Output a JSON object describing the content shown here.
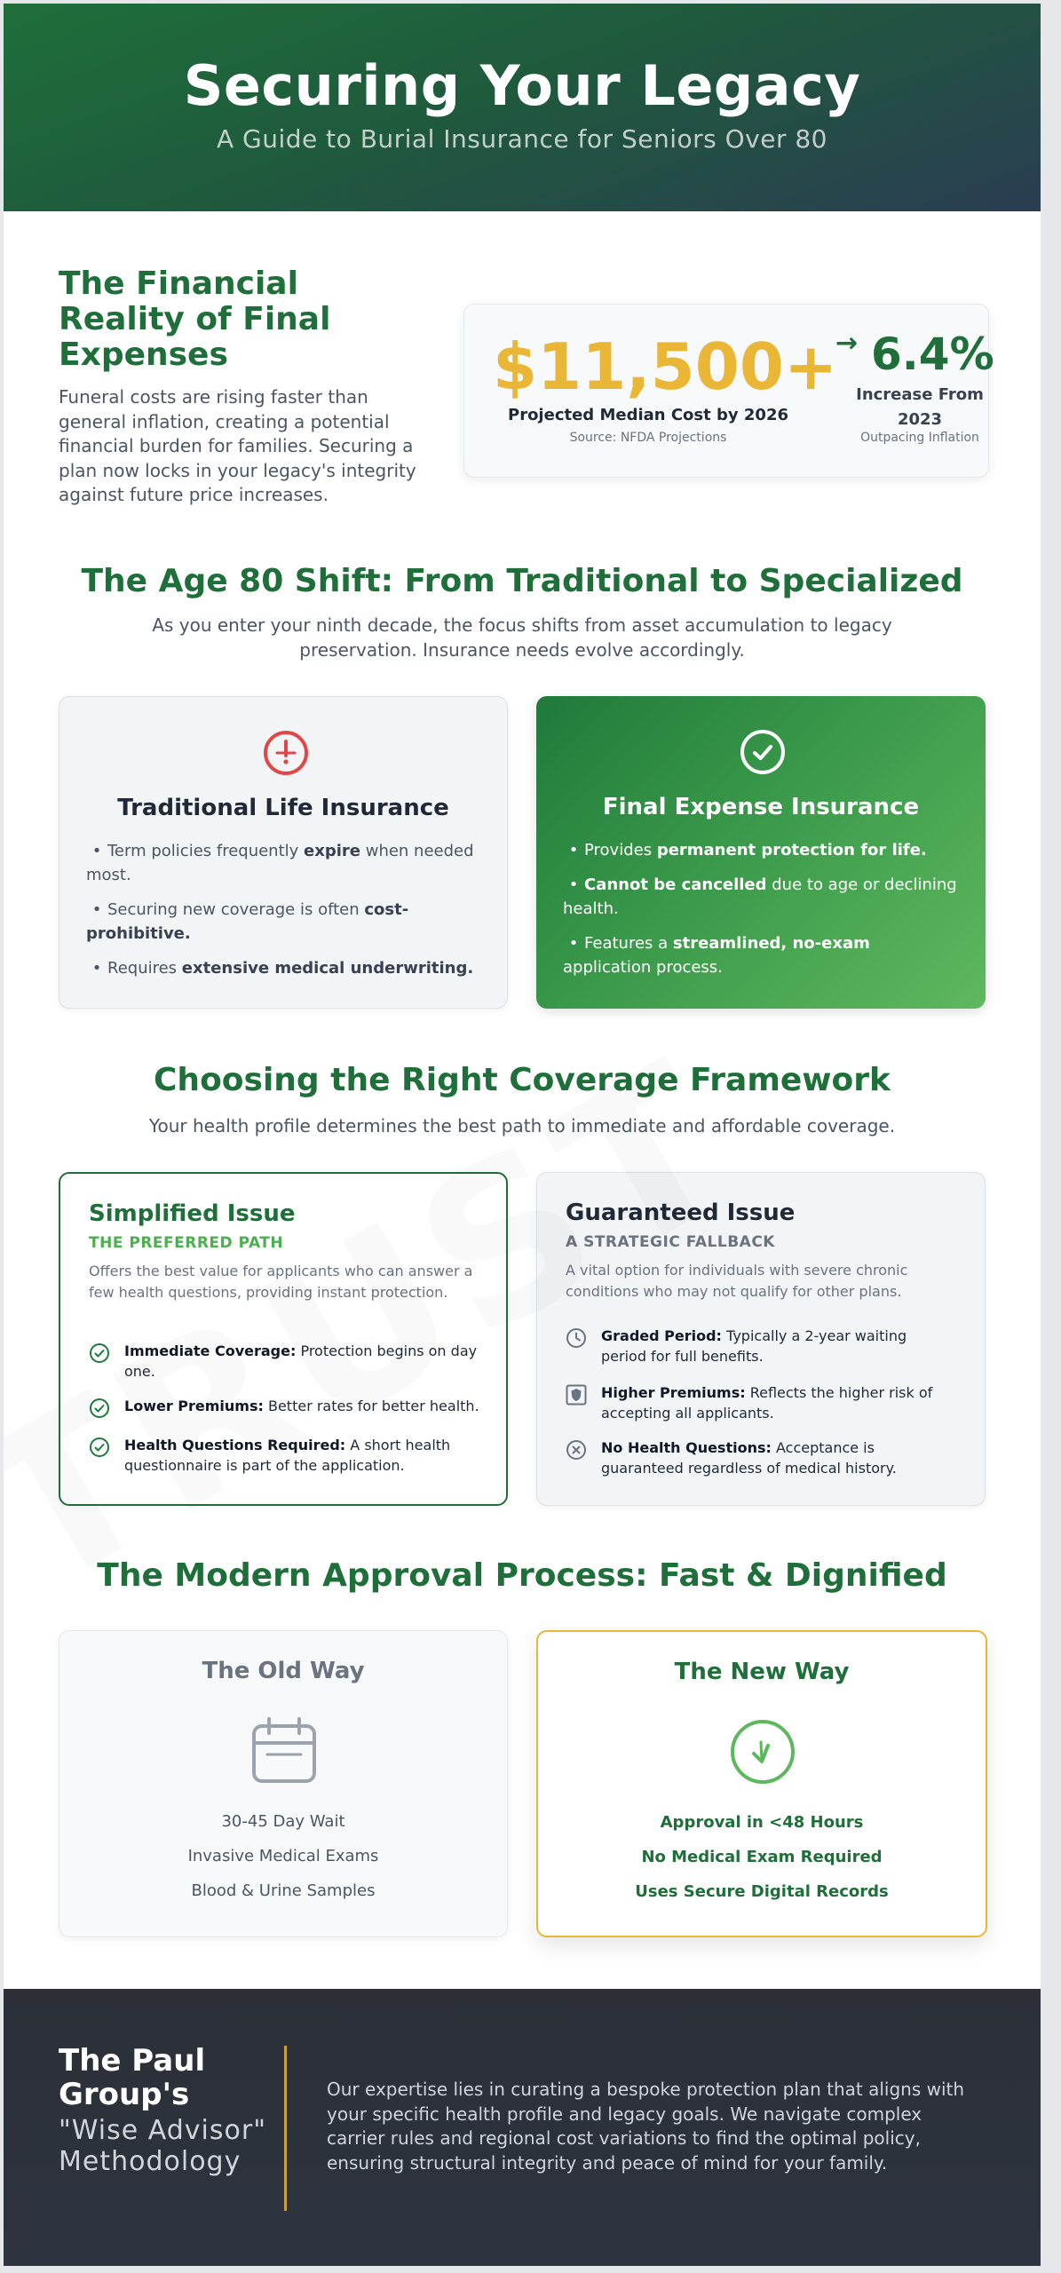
{
  "header": {
    "title": "Securing Your Legacy",
    "subtitle": "A Guide to Burial Insurance for Seniors Over 80"
  },
  "financial": {
    "title": "The Financial Reality of Final Expenses",
    "text": "Funeral costs are rising faster than general inflation, creating a potential financial burden for families. Securing a plan now locks in your legacy's integrity against future price increases.",
    "stat_value": "$11,500+",
    "stat_label": "Projected Median Cost by 2026",
    "stat_source": "Source: NFDA Projections",
    "pct_arrow": "→",
    "pct_value": "6.4%",
    "pct_label": "Increase From 2023",
    "pct_note": "Outpacing Inflation",
    "colors": {
      "gold": "#e9b636",
      "green": "#1f6f3a"
    }
  },
  "age_shift": {
    "title": "The Age 80 Shift: From Traditional to Specialized",
    "text": "As you enter your ninth decade, the focus shifts from asset accumulation to legacy preservation. Insurance needs evolve accordingly.",
    "traditional": {
      "icon": "alert-circle-icon",
      "title": "Traditional Life Insurance",
      "items": [
        {
          "pre": "Term policies frequently ",
          "bold": "expire",
          "post": " when needed most."
        },
        {
          "pre": "Securing new coverage is often ",
          "bold": "cost-prohibitive.",
          "post": ""
        },
        {
          "pre": "Requires ",
          "bold": "extensive medical underwriting.",
          "post": ""
        }
      ]
    },
    "final_expense": {
      "icon": "check-circle-icon",
      "title": "Final Expense Insurance",
      "items": [
        {
          "pre": "Provides ",
          "bold": "permanent protection for life.",
          "post": ""
        },
        {
          "pre": "",
          "bold": "Cannot be cancelled",
          "post": " due to age or declining health."
        },
        {
          "pre": "Features a ",
          "bold": "streamlined, no-exam",
          "post": " application process."
        }
      ]
    }
  },
  "coverage": {
    "title": "Choosing the Right Coverage Framework",
    "text": "Your health profile determines the best path to immediate and affordable coverage.",
    "simplified": {
      "title": "Simplified Issue",
      "tag": "THE PREFERRED PATH",
      "desc": "Offers the best value for applicants who can answer a few health questions, providing instant protection.",
      "items": [
        {
          "icon": "check-circle-icon",
          "bold": "Immediate Coverage:",
          "text": " Protection begins on day one."
        },
        {
          "icon": "check-circle-icon",
          "bold": "Lower Premiums:",
          "text": " Better rates for better health."
        },
        {
          "icon": "check-circle-icon",
          "bold": "Health Questions Required:",
          "text": " A short health questionnaire is part of the application."
        }
      ]
    },
    "guaranteed": {
      "title": "Guaranteed Issue",
      "tag": "A STRATEGIC FALLBACK",
      "desc": "A vital option for individuals with severe chronic conditions who may not qualify for other plans.",
      "items": [
        {
          "icon": "clock-icon",
          "bold": "Graded Period:",
          "text": " Typically a 2-year waiting period for full benefits."
        },
        {
          "icon": "shield-icon",
          "bold": "Higher Premiums:",
          "text": " Reflects the higher risk of accepting all applicants."
        },
        {
          "icon": "x-circle-icon",
          "bold": "No Health Questions:",
          "text": " Acceptance is guaranteed regardless of medical history."
        }
      ]
    }
  },
  "approval": {
    "title": "The Modern Approval Process: Fast & Dignified",
    "old": {
      "title": "The Old Way",
      "icon": "calendar-icon",
      "lines": [
        "30-45 Day Wait",
        "Invasive Medical Exams",
        "Blood & Urine Samples"
      ]
    },
    "new": {
      "title": "The New Way",
      "icon": "check-circle-icon",
      "lines": [
        "Approval in <48 Hours",
        "No Medical Exam Required",
        "Uses Secure Digital Records"
      ]
    }
  },
  "footer": {
    "name": "The Paul Group's",
    "method": "\"Wise Advisor\" Methodology",
    "text": "Our expertise lies in curating a bespoke protection plan that aligns with your specific health profile and legacy goals. We navigate complex carrier rules and regional cost variations to find the optimal policy, ensuring structural integrity and peace of mind for your family."
  }
}
